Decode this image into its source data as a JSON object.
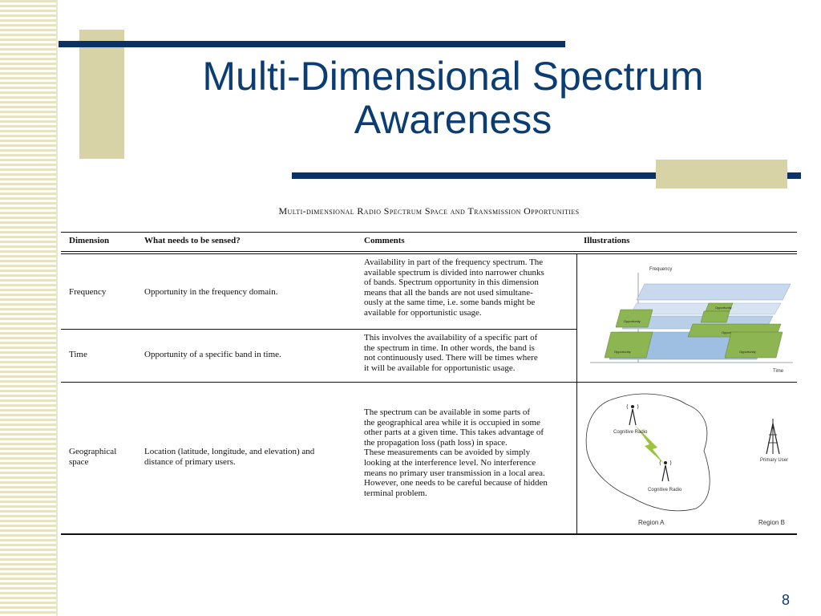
{
  "slide": {
    "title_line1": "Multi-Dimensional Spectrum",
    "title_line2": "Awareness",
    "page_number": "8"
  },
  "table": {
    "caption": "Multi-dimensional Radio Spectrum Space and Transmission Opportunities",
    "headers": [
      "Dimension",
      "What needs to be sensed?",
      "Comments",
      "Illustrations"
    ],
    "rows": [
      {
        "dimension": "Frequency",
        "sensed": "Opportunity in the frequency domain.",
        "comment_lines": [
          "Availability in part of the frequency spectrum. The",
          "available spectrum is divided into narrower chunks",
          "of bands. Spectrum opportunity in this dimension",
          "means that all the bands are not used simultane-",
          "ously at the same time, i.e. some bands might be",
          "available for opportunistic usage."
        ]
      },
      {
        "dimension": "Time",
        "sensed": "Opportunity of a specific band in time.",
        "comment_lines": [
          "This involves the availability of a specific part of",
          "the spectrum in time. In other words, the band is",
          "not continuously used. There will be times where",
          "it will be available for opportunistic usage."
        ]
      },
      {
        "dimension_line1": "Geographical",
        "dimension_line2": "space",
        "sensed_line1": "Location (latitude, longitude, and elevation) and",
        "sensed_line2": "distance of primary users.",
        "comment_lines": [
          "The spectrum can be available in some parts of",
          "the geographical area while it is occupied in some",
          "other parts at a given time. This takes advantage of",
          "the propagation loss (path loss) in space.",
          "These measurements can be avoided by simply",
          "looking at the interference level. No interference",
          "means no primary user transmission in a local area.",
          "However, one needs to be careful because of hidden",
          "terminal problem."
        ]
      }
    ]
  },
  "illustration_freq_time": {
    "axis_frequency": "Frequency",
    "axis_time": "Time",
    "block_label": "Opportunity"
  },
  "illustration_geo": {
    "cognitive_radio_1": "Cognitive Radio",
    "cognitive_radio_2": "Cognitive Radio",
    "primary_user": "Primary User",
    "region_a": "Region A",
    "region_b": "Region B"
  },
  "colors": {
    "navy": "#0b3267",
    "tan": "#d8d3a6",
    "stripe": "#e7e3c2",
    "green_block": "#8db552",
    "blue_block": "#8fb0d8"
  }
}
